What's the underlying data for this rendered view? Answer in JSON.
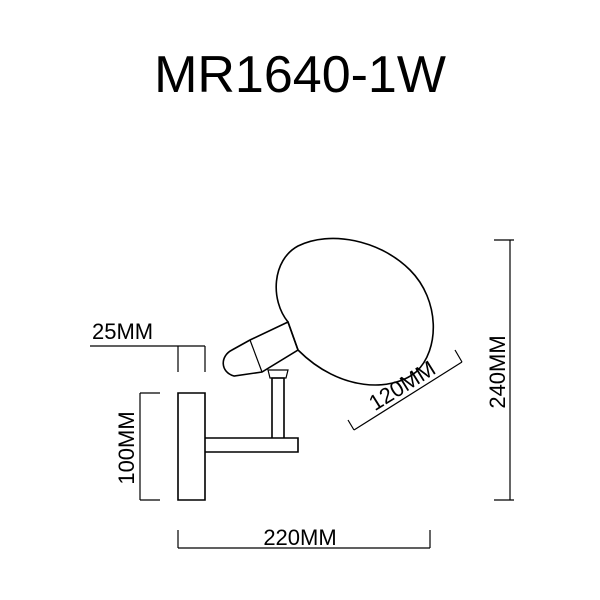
{
  "title": "MR1640-1W",
  "dimensions": {
    "depth_base": "25MM",
    "base_height": "100MM",
    "width": "220MM",
    "shade_diameter": "120MM",
    "total_height": "240MM"
  },
  "colors": {
    "ink": "#000000",
    "background": "#ffffff"
  }
}
